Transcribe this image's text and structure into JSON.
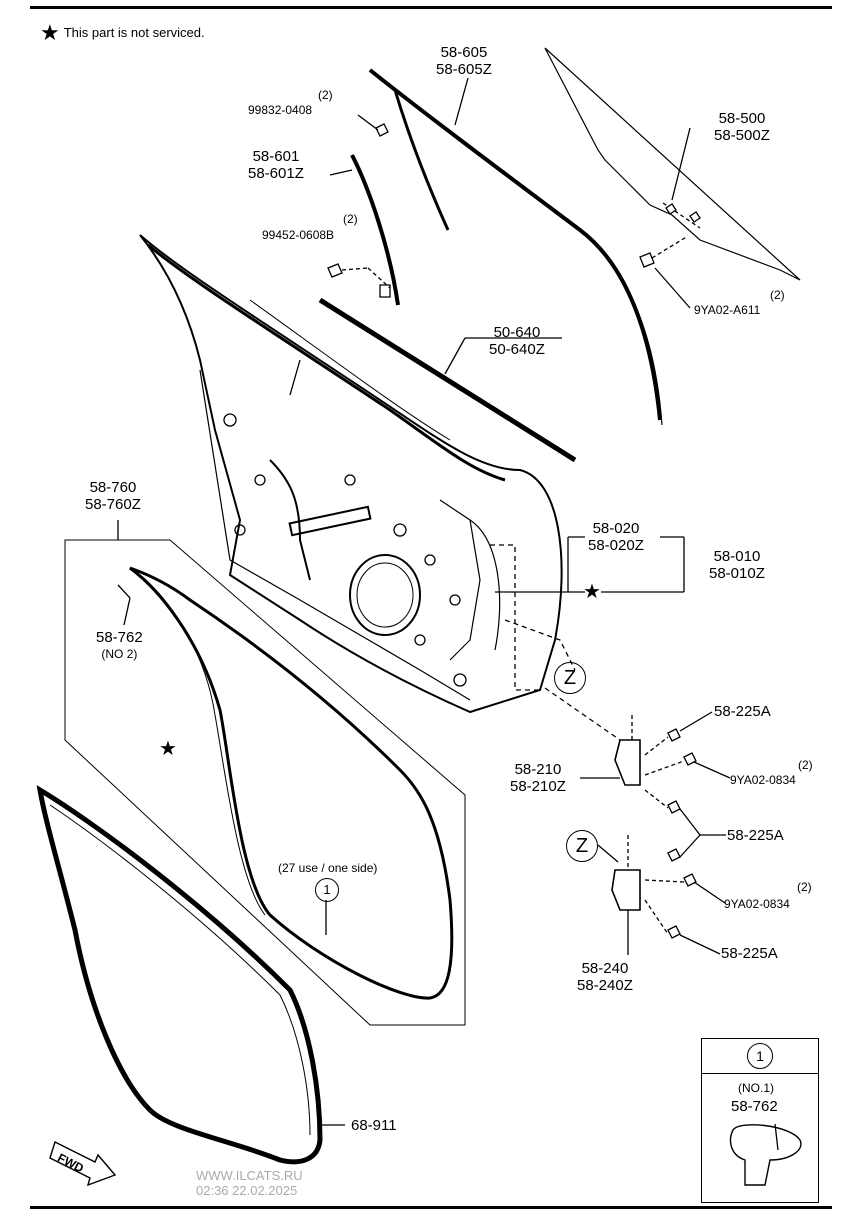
{
  "note": {
    "star": "★",
    "text": "This part is not serviced."
  },
  "labels": {
    "p58_605": "58-605",
    "p58_605z": "58-605Z",
    "p58_500": "58-500",
    "p58_500z": "58-500Z",
    "q99832_qty": "(2)",
    "p99832": "99832-0408",
    "p58_601": "58-601",
    "p58_601z": "58-601Z",
    "q99452_qty": "(2)",
    "p99452": "99452-0608B",
    "q9ya02_a611_qty": "(2)",
    "p9ya02_a611": "9YA02-A611",
    "p50_640": "50-640",
    "p50_640z": "50-640Z",
    "p58_760": "58-760",
    "p58_760z": "58-760Z",
    "p58_020": "58-020",
    "p58_020z": "58-020Z",
    "p58_010": "58-010",
    "p58_010z": "58-010Z",
    "p58_762": "58-762",
    "p58_762_no": "(NO 2)",
    "z1": "Z",
    "z2": "Z",
    "p58_225a_1": "58-225A",
    "p58_210": "58-210",
    "p58_210z": "58-210Z",
    "q9ya02_0834_1_qty": "(2)",
    "p9ya02_0834_1": "9YA02-0834",
    "p58_225a_2": "58-225A",
    "q9ya02_0834_2_qty": "(2)",
    "p9ya02_0834_2": "9YA02-0834",
    "p58_225a_3": "58-225A",
    "p58_240": "58-240",
    "p58_240z": "58-240Z",
    "use_note": "(27 use / one side)",
    "circle1": "1",
    "p68_911": "68-911",
    "fwd": "FWD",
    "star1": "★",
    "star2": "★"
  },
  "callout": {
    "circle": "1",
    "no": "(NO.1)",
    "part": "58-762"
  },
  "watermark": {
    "site": "WWW.ILCATS.RU",
    "timestamp": "02:36 22.02.2025"
  }
}
